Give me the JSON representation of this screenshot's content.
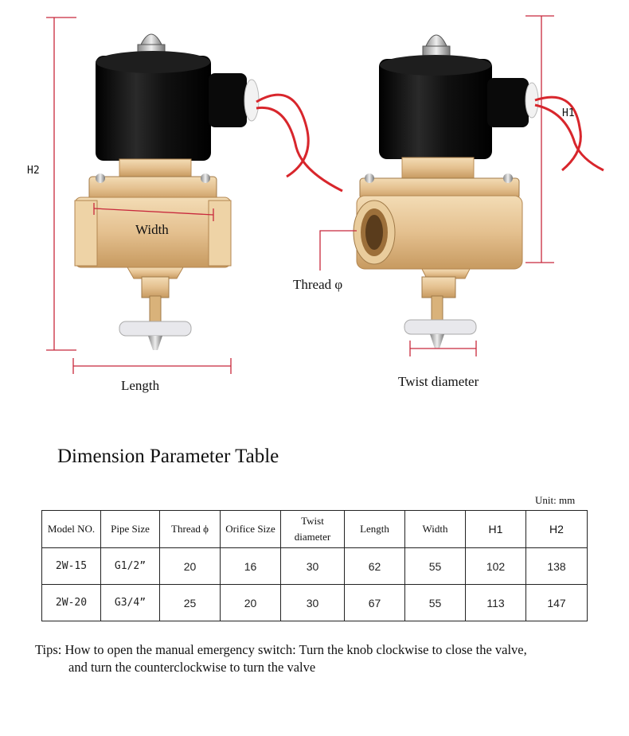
{
  "figure": {
    "labels": {
      "h2": "H2",
      "h1": "H1",
      "width": "Width",
      "length": "Length",
      "thread": "Thread φ",
      "twist": "Twist diameter"
    }
  },
  "table": {
    "title": "Dimension Parameter Table",
    "unit": "Unit: mm",
    "headers": [
      "Model NO.",
      "Pipe Size",
      "Thread ϕ",
      "Orifice Size",
      "Twist diameter",
      "Length",
      "Width",
      "H1",
      "H2"
    ],
    "rows": [
      [
        "2W-15",
        "G1/2”",
        "20",
        "16",
        "30",
        "62",
        "55",
        "102",
        "138"
      ],
      [
        "2W-20",
        "G3/4”",
        "25",
        "20",
        "30",
        "67",
        "55",
        "113",
        "147"
      ]
    ]
  },
  "tips": {
    "prefix": "Tips:",
    "line1": "How to open the manual emergency switch: Turn the knob clockwise to close the valve,",
    "line2": "and turn the counterclockwise to turn the valve"
  },
  "colors": {
    "dimension_line": "#c8283c",
    "coil_black": "#0d0d0d",
    "brass": "#e4c08f",
    "brass_dark": "#b98c55"
  }
}
